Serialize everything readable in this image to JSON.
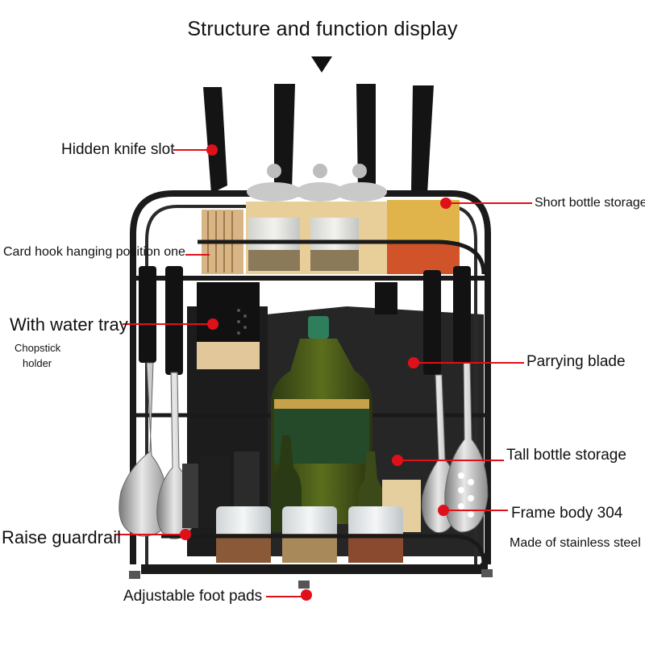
{
  "title": "Structure and function display",
  "labels": {
    "hidden_knife_slot": "Hidden knife slot",
    "short_bottle_storage": "Short bottle storage",
    "card_hook": "Card hook hanging position one",
    "water_tray": "With water tray",
    "chopstick_holder_line1": "Chopstick",
    "chopstick_holder_line2": "holder",
    "parrying_blade": "Parrying blade",
    "tall_bottle_storage": "Tall bottle storage",
    "frame_body": "Frame body 304",
    "stainless": "Made of stainless steel",
    "raise_guardrail": "Raise guardrail",
    "foot_pads": "Adjustable foot pads"
  },
  "colors": {
    "callout": "#e0101a",
    "frame": "#1a1a1a",
    "text": "#111111"
  },
  "icons": {
    "pointer": "down-triangle-icon"
  }
}
